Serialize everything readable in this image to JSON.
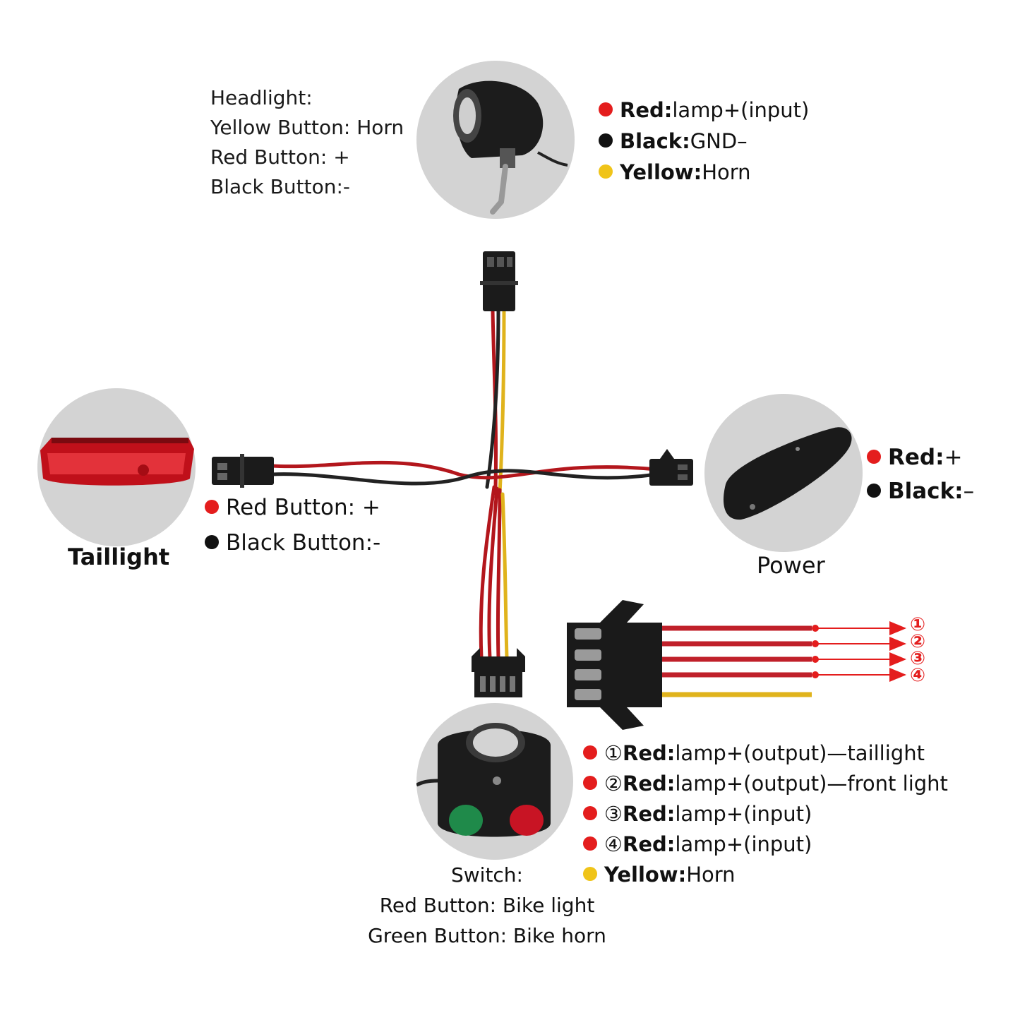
{
  "headlight": {
    "info": [
      "Headlight:",
      "Yellow Button: Horn",
      "Red Button: +",
      "Black Button:-"
    ],
    "legend": [
      {
        "label": "Red:",
        "value": "lamp+(input)",
        "color": "#e41d1d"
      },
      {
        "label": "Black:",
        "value": "GND–",
        "color": "#111111"
      },
      {
        "label": "Yellow:",
        "value": "Horn",
        "color": "#f0c419"
      }
    ]
  },
  "taillight": {
    "caption": "Taillight",
    "legend": [
      {
        "value": "Red Button: +",
        "color": "#e41d1d"
      },
      {
        "value": "Black Button:-",
        "color": "#111111"
      }
    ]
  },
  "power": {
    "caption": "Power",
    "legend": [
      {
        "label": "Red:",
        "value": "+",
        "color": "#e41d1d"
      },
      {
        "label": "Black:",
        "value": "–",
        "color": "#111111"
      }
    ]
  },
  "connector_pins": {
    "labels": [
      "①",
      "②",
      "③",
      "④"
    ]
  },
  "switch": {
    "info": [
      "Switch:",
      "Red Button: Bike light",
      "Green Button: Bike horn"
    ],
    "legend": [
      {
        "num": "①",
        "label": "Red:",
        "value": "lamp+(output)—taillight",
        "color": "#e41d1d"
      },
      {
        "num": "②",
        "label": "Red:",
        "value": "lamp+(output)—front light",
        "color": "#e41d1d"
      },
      {
        "num": "③",
        "label": "Red:",
        "value": "lamp+(input)",
        "color": "#e41d1d"
      },
      {
        "num": "④",
        "label": "Red:",
        "value": "lamp+(input)",
        "color": "#e41d1d"
      },
      {
        "num": "",
        "label": "Yellow:",
        "value": "Horn",
        "color": "#f0c419"
      }
    ]
  }
}
